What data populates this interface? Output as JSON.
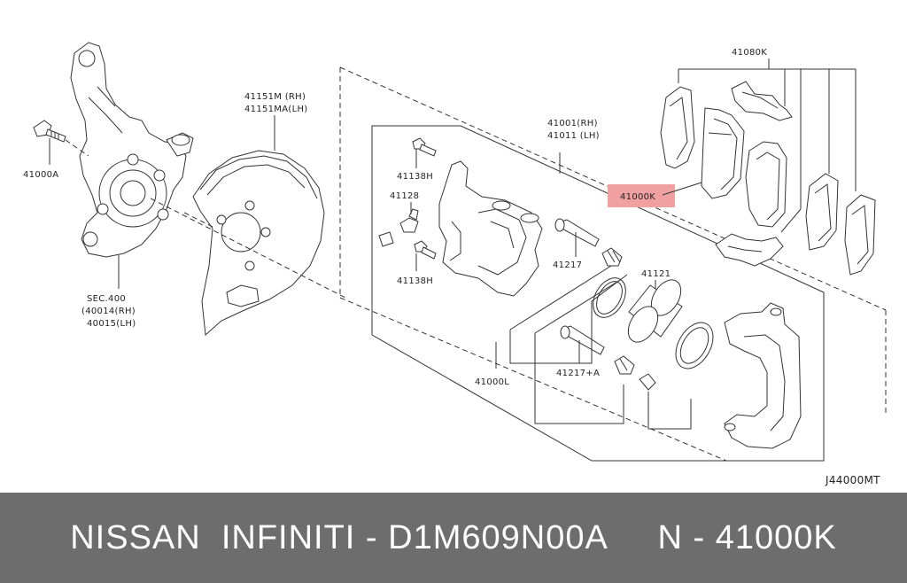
{
  "labels": {
    "l41000A": "41000A",
    "l41151M": "41151M  (RH)",
    "l41151MA": "41151MA(LH)",
    "lSEC": "SEC.400",
    "l40014": "(40014(RH)",
    "l40015": "40015(LH)",
    "l41001": "41001(RH)",
    "l41011": "41011 (LH)",
    "l41138H_a": "41138H",
    "l41128": "41128",
    "l41138H_b": "41138H",
    "l41217": "41217",
    "l41121": "41121",
    "l41217A": "41217+A",
    "l41000L": "41000L",
    "l41080K": "41080K",
    "l41000K": "41000K",
    "diagramCode": "J44000MT"
  },
  "highlight_color": "#f0a0a0",
  "footer": {
    "text": "NISSAN  INFINITI - D1M609N00A     N - 41000K",
    "background": "#6d6d6d"
  }
}
